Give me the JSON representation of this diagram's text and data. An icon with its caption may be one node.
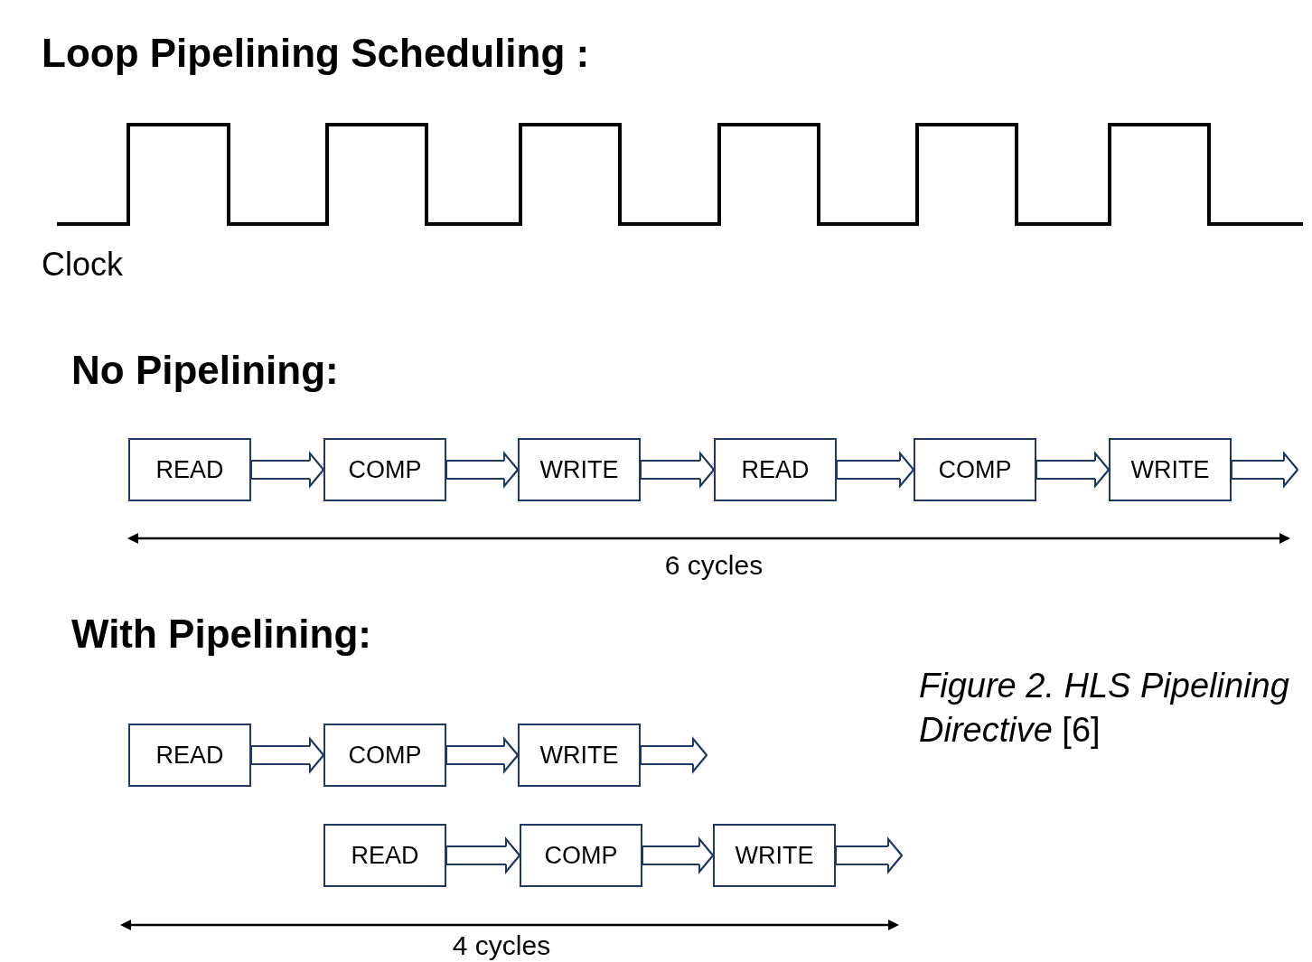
{
  "diagram": {
    "title": "Loop Pipelining Scheduling :",
    "caption": "*Figure 2. HLS Pipelining Directive* [6]",
    "nodes": [
      {
        "text": [
          "READ"
        ]
      },
      {
        "text": [
          "COMP"
        ]
      },
      {
        "text": [
          "WRITE"
        ]
      },
      {
        "text": [
          "READ"
        ]
      },
      {
        "text": [
          "COMP"
        ]
      },
      {
        "text": [
          "WRITE"
        ]
      },
      {
        "text": [
          "READ"
        ]
      },
      {
        "text": [
          "COMP"
        ]
      },
      {
        "text": [
          "WRITE"
        ]
      },
      {
        "text": [
          "READ"
        ]
      },
      {
        "text": [
          "COMP"
        ]
      },
      {
        "text": [
          "WRITE"
        ]
      }
    ],
    "edges": [
      {
        "from": 0,
        "to": 1,
        "arrow": "to"
      },
      {
        "from": 1,
        "to": 2,
        "arrow": "to"
      },
      {
        "from": 2,
        "to": 3,
        "arrow": "to"
      },
      {
        "from": 3,
        "to": 4,
        "arrow": "to"
      },
      {
        "from": 4,
        "to": 5,
        "arrow": "to"
      },
      {
        "from": 5,
        "to": null,
        "arrow": "to"
      },
      {
        "from": 6,
        "to": 7,
        "arrow": "to"
      },
      {
        "from": 7,
        "to": 8,
        "arrow": "to"
      },
      {
        "from": 8,
        "to": null,
        "arrow": "to"
      },
      {
        "from": 9,
        "to": 10,
        "arrow": "to"
      },
      {
        "from": 10,
        "to": 11,
        "arrow": "to"
      },
      {
        "from": 11,
        "to": null,
        "arrow": "to"
      }
    ],
    "labels": [
      "Clock",
      "No Pipelining:",
      "6 cycles",
      "With Pipelining:",
      "4 cycles"
    ]
  }
}
